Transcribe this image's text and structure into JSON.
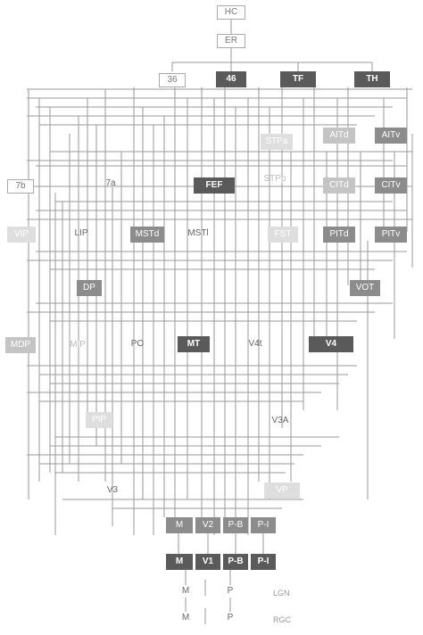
{
  "areas": {
    "HC": "HC",
    "ER": "ER",
    "a36": "36",
    "a46": "46",
    "TF": "TF",
    "TH": "TH",
    "STPa": "STPa",
    "STPp": "STPp",
    "AITd": "AITd",
    "AITv": "AITv",
    "a7b": "7b",
    "a7a": "7a",
    "FEF": "FEF",
    "CITd": "CITd",
    "CITv": "CITv",
    "VIP": "VIP",
    "LIP": "LIP",
    "MSTd": "MSTd",
    "MSTl": "MSTl",
    "FST": "FST",
    "PITd": "PITd",
    "PITv": "PITv",
    "DP": "DP",
    "VOT": "VOT",
    "MDP": "MDP",
    "MIP": "MIP",
    "PO": "PO",
    "MT": "MT",
    "V4t": "V4t",
    "V4": "V4",
    "PIP": "PIP",
    "V3A": "V3A",
    "V3": "V3",
    "VP": "VP",
    "V2_M": "M",
    "V2": "V2",
    "V2_PB": "P-B",
    "V2_PI": "P-I",
    "V1_M": "M",
    "V1": "V1",
    "V1_PB": "P-B",
    "V1_PI": "P-I",
    "LGN_M": "M",
    "LGN_P": "P",
    "RGC_M": "M",
    "RGC_P": "P"
  },
  "labels": {
    "lgn": "LGN",
    "rgc": "RGC"
  },
  "colors": {
    "dark": "#5a5a5a",
    "mid": "#8c8c8c",
    "light": "#c4c4c4",
    "line": "#9a9a9a"
  }
}
